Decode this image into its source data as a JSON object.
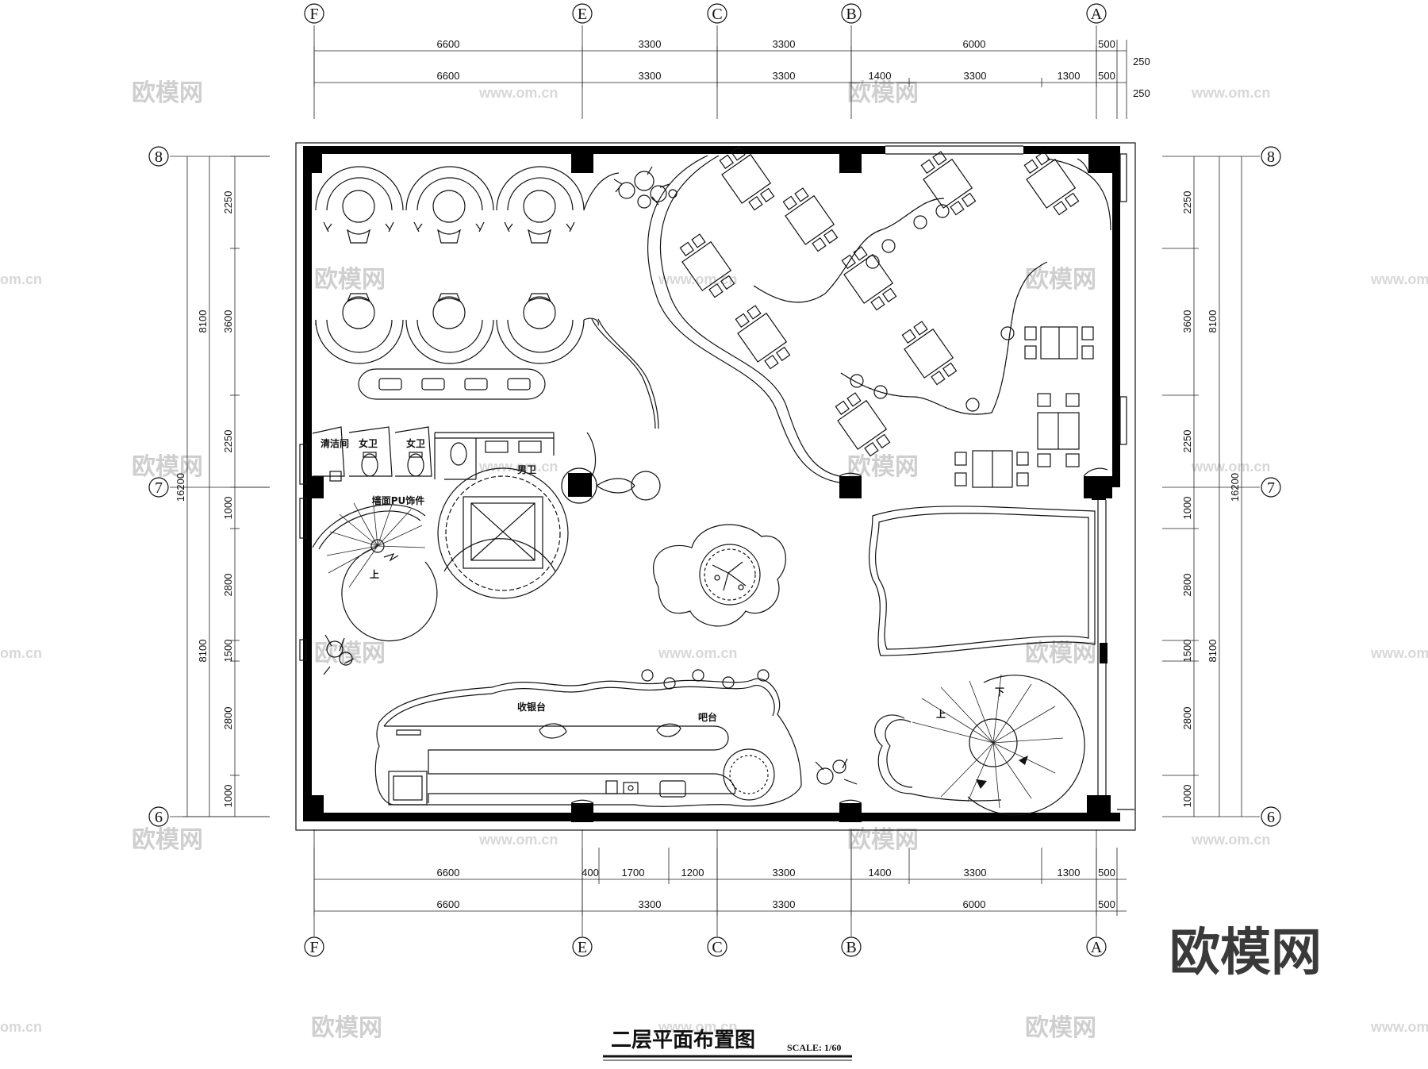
{
  "title": "二层平面布置图",
  "scale": "SCALE: 1/60",
  "watermark": {
    "brand": "欧模网",
    "url": "www.om.cn",
    "edge_fragment": "om.cn"
  },
  "grid_axes": {
    "columns": [
      "F",
      "E",
      "C",
      "B",
      "A"
    ],
    "rows": [
      "8",
      "7",
      "6"
    ]
  },
  "dimensions": {
    "top_row1": [
      "6600",
      "3300",
      "3300",
      "6000",
      "500"
    ],
    "top_row2": [
      "6600",
      "3300",
      "3300",
      "1400",
      "3300",
      "1300",
      "500"
    ],
    "top_right": [
      "250",
      "250"
    ],
    "bottom_row1": [
      "6600",
      "400",
      "1700",
      "1200",
      "3300",
      "1400",
      "3300",
      "1300",
      "500"
    ],
    "bottom_row2": [
      "6600",
      "3300",
      "3300",
      "6000",
      "500"
    ],
    "left_inner": [
      "2250",
      "3600",
      "2250",
      "1000",
      "2800",
      "1500",
      "2800",
      "1000"
    ],
    "left_mid": [
      "8100",
      "8100"
    ],
    "left_total": "16200",
    "right_inner": [
      "2250",
      "3600",
      "2250",
      "1000",
      "2800",
      "1500",
      "2800",
      "1000"
    ],
    "right_mid": [
      "8100",
      "8100"
    ],
    "right_total": "16200"
  },
  "rooms": {
    "cleaning": "清洁间",
    "women1": "女卫",
    "women2": "女卫",
    "men": "男卫",
    "pu_wall": "墙面PU饰件",
    "cashier": "收银台",
    "bar": "吧台",
    "stair_up": "上",
    "stair2_up": "上",
    "stair2_down": "下"
  },
  "colors": {
    "ink": "#111111",
    "watermark": "#cfcfcf"
  }
}
